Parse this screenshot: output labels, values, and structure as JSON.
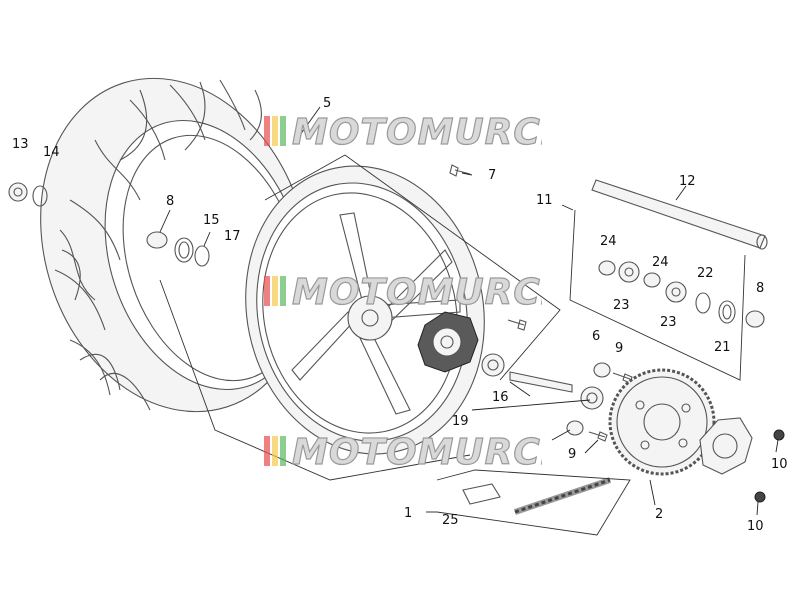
{
  "watermark": {
    "text": "MOTOMURCIA",
    "colors": [
      "#e94b4b",
      "#f2c94c",
      "#5cb85c",
      "#b0b0b0"
    ]
  },
  "callouts": [
    {
      "id": "c1",
      "text": "1"
    },
    {
      "id": "c2",
      "text": "2"
    },
    {
      "id": "c5",
      "text": "5"
    },
    {
      "id": "c6",
      "text": "6"
    },
    {
      "id": "c7",
      "text": "7"
    },
    {
      "id": "c8a",
      "text": "8"
    },
    {
      "id": "c8b",
      "text": "8"
    },
    {
      "id": "c9a",
      "text": "9"
    },
    {
      "id": "c9b",
      "text": "9"
    },
    {
      "id": "c10a",
      "text": "10"
    },
    {
      "id": "c10b",
      "text": "10"
    },
    {
      "id": "c11",
      "text": "11"
    },
    {
      "id": "c12",
      "text": "12"
    },
    {
      "id": "c13",
      "text": "13"
    },
    {
      "id": "c14",
      "text": "14"
    },
    {
      "id": "c15",
      "text": "15"
    },
    {
      "id": "c16",
      "text": "16"
    },
    {
      "id": "c17",
      "text": "17"
    },
    {
      "id": "c19",
      "text": "19"
    },
    {
      "id": "c21",
      "text": "21"
    },
    {
      "id": "c22",
      "text": "22"
    },
    {
      "id": "c23a",
      "text": "23"
    },
    {
      "id": "c23b",
      "text": "23"
    },
    {
      "id": "c24a",
      "text": "24"
    },
    {
      "id": "c24b",
      "text": "24"
    },
    {
      "id": "c25",
      "text": "25"
    }
  ],
  "callout_map": {
    "c1": "1",
    "c2": "2",
    "c5": "5",
    "c6": "6",
    "c7": "7",
    "c8a": "8",
    "c8b": "8",
    "c9a": "9",
    "c9b": "9",
    "c10a": "10",
    "c10b": "10",
    "c11": "11",
    "c12": "12",
    "c13": "13",
    "c14": "14",
    "c15": "15",
    "c16": "16",
    "c17": "17",
    "c19": "19",
    "c21": "21",
    "c22": "22",
    "c23a": "23",
    "c23b": "23",
    "c24a": "24",
    "c24b": "24",
    "c25": "25"
  }
}
